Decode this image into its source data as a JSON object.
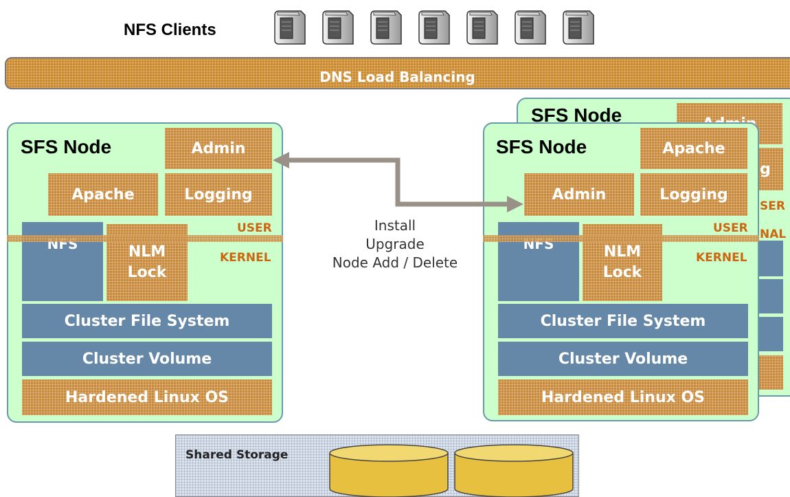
{
  "clients": {
    "title": "NFS Clients",
    "count": 7
  },
  "dns": {
    "label": "DNS Load Balancing"
  },
  "node_left": {
    "title": "SFS Node",
    "admin": "Admin",
    "apache": "Apache",
    "logging": "Logging",
    "nfs": "NFS",
    "nlm_line1": "NLM",
    "nlm_line2": "Lock",
    "user": "USER",
    "kernel": "KERNEL",
    "cfs": "Cluster File System",
    "cvm": "Cluster Volume",
    "os": "Hardened Linux OS"
  },
  "node_right": {
    "title": "SFS Node",
    "apache": "Apache",
    "admin": "Admin",
    "logging": "Logging",
    "nfs": "NFS",
    "nlm_line1": "NLM",
    "nlm_line2": "Lock",
    "user": "USER",
    "kernel": "KERNEL",
    "cfs": "Cluster File System",
    "cvm": "Cluster Volume",
    "os": "Hardened Linux OS"
  },
  "node_back": {
    "title": "SFS Node",
    "admin": "Admin",
    "logging_partial": "g",
    "user_partial": "SER",
    "kernel_partial": "NAL"
  },
  "operations": [
    "Install",
    "Upgrade",
    "Node Add / Delete"
  ],
  "storage": {
    "label": "Shared Storage",
    "disks": 2
  },
  "colors": {
    "node_bg": "#ccffcc",
    "component_orange": "#c98a3c",
    "component_blue": "#6688a8",
    "band": "#cc8a2e",
    "arrow": "#999088"
  }
}
